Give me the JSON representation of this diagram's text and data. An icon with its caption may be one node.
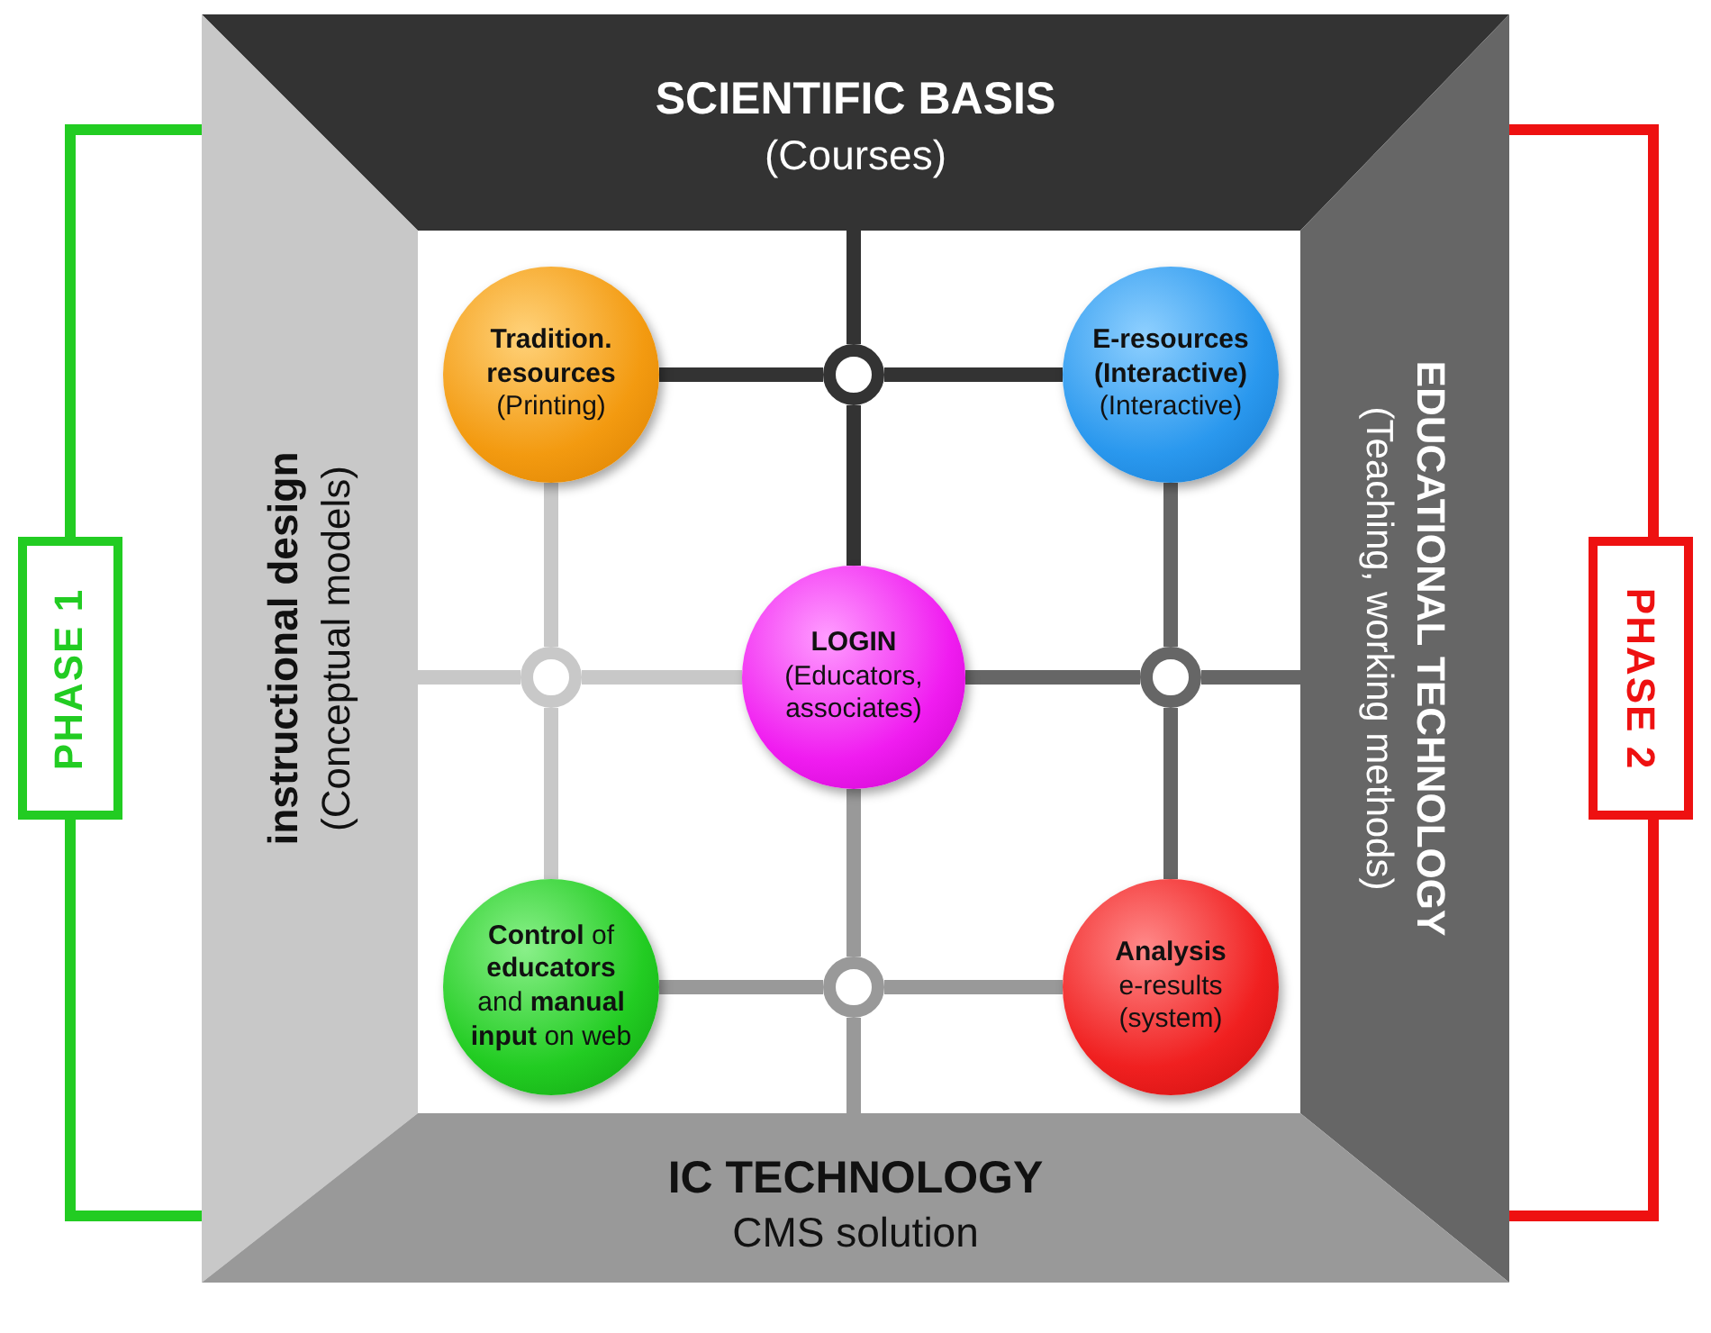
{
  "diagram": {
    "nodes": [
      {
        "text": [
          "SCIENTIFIC BASIS",
          "(Courses)"
        ]
      },
      {
        "text": [
          "instructional design",
          "(Conceptual models)"
        ]
      },
      {
        "text": [
          "EDUCATIONAL TECHNOLOGY",
          "(Teaching, working methods)"
        ]
      },
      {
        "text": [
          "IC TECHNOLOGY",
          "CMS solution"
        ]
      },
      {
        "text": [
          "Tradition. resources",
          "(Printing)"
        ]
      },
      {
        "text": [
          "E-resources (Interactive)",
          "(Interactive)"
        ]
      },
      {
        "text": [
          "LOGIN",
          "(Educators, associates)"
        ]
      },
      {
        "text": [
          "**Control** of **educators** and **manual** **input** on web"
        ]
      },
      {
        "text": [
          "Analysis",
          "e-results (system)"
        ]
      },
      {
        "text": [],
        "shape": "circle"
      },
      {
        "text": [],
        "shape": "circle"
      },
      {
        "text": [],
        "shape": "circle"
      },
      {
        "text": [],
        "shape": "circle"
      },
      {
        "text": [
          "PHASE 1"
        ]
      },
      {
        "text": [
          "PHASE 2"
        ]
      }
    ],
    "edges": [
      {
        "from": 9,
        "to": 0,
        "arrow": "none",
        "color": "#333333"
      },
      {
        "from": 9,
        "to": 4,
        "arrow": "none",
        "color": "#333333"
      },
      {
        "from": 9,
        "to": 5,
        "arrow": "none",
        "color": "#333333"
      },
      {
        "from": 9,
        "to": 6,
        "arrow": "none",
        "color": "#333333"
      },
      {
        "from": 10,
        "to": 1,
        "arrow": "none",
        "color": "#c8c8c8"
      },
      {
        "from": 10,
        "to": 4,
        "arrow": "none",
        "color": "#c8c8c8"
      },
      {
        "from": 10,
        "to": 7,
        "arrow": "none",
        "color": "#c8c8c8"
      },
      {
        "from": 10,
        "to": 6,
        "arrow": "none",
        "color": "#c8c8c8"
      },
      {
        "from": 11,
        "to": 2,
        "arrow": "none",
        "color": "#666666"
      },
      {
        "from": 11,
        "to": 5,
        "arrow": "none",
        "color": "#666666"
      },
      {
        "from": 11,
        "to": 8,
        "arrow": "none",
        "color": "#666666"
      },
      {
        "from": 11,
        "to": 6,
        "arrow": "none",
        "color": "#666666"
      },
      {
        "from": 12,
        "to": 3,
        "arrow": "none",
        "color": "#999999"
      },
      {
        "from": 12,
        "to": 6,
        "arrow": "none",
        "color": "#999999"
      },
      {
        "from": 12,
        "to": 7,
        "arrow": "none",
        "color": "#999999"
      },
      {
        "from": 12,
        "to": 8,
        "arrow": "none",
        "color": "#999999"
      },
      {
        "from": 13,
        "to": 1,
        "arrow": "none",
        "color": "#22cc22"
      },
      {
        "from": 13,
        "to": 1,
        "arrow": "none",
        "color": "#22cc22"
      },
      {
        "from": 14,
        "to": 2,
        "arrow": "none",
        "color": "#ee1111"
      },
      {
        "from": 14,
        "to": 2,
        "arrow": "none",
        "color": "#ee1111"
      }
    ]
  }
}
